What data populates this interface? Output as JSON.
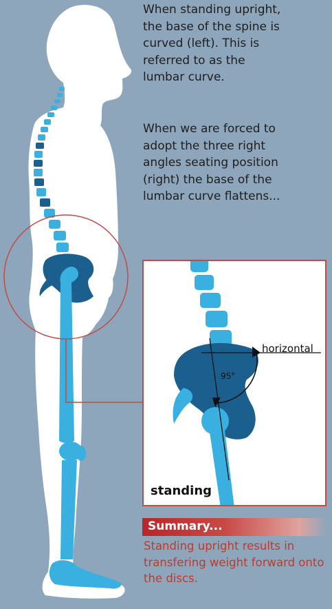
{
  "text": {
    "paragraph1": "When standing upright,\nthe base of the spine is\ncurved (left). This is\nreferred to as the\nlumbar curve.",
    "paragraph2": "When we are forced to\nadopt the three right\nangles seating position\n(right) the base of the\nlumbar curve flattens..."
  },
  "zoom": {
    "horizontal_label": "horizontal",
    "angle_label": "95°",
    "standing_label": "standing"
  },
  "summary": {
    "title": "Summary...",
    "text": "Standing upright results in transfering weight forward onto the discs."
  },
  "colors": {
    "background": "#8ea6bb",
    "body_silhouette": "#ffffff",
    "bone_light": "#3ab0e0",
    "bone_dark": "#1b5f8f",
    "highlight_red": "#c24a44",
    "summary_text": "#c0392b"
  }
}
